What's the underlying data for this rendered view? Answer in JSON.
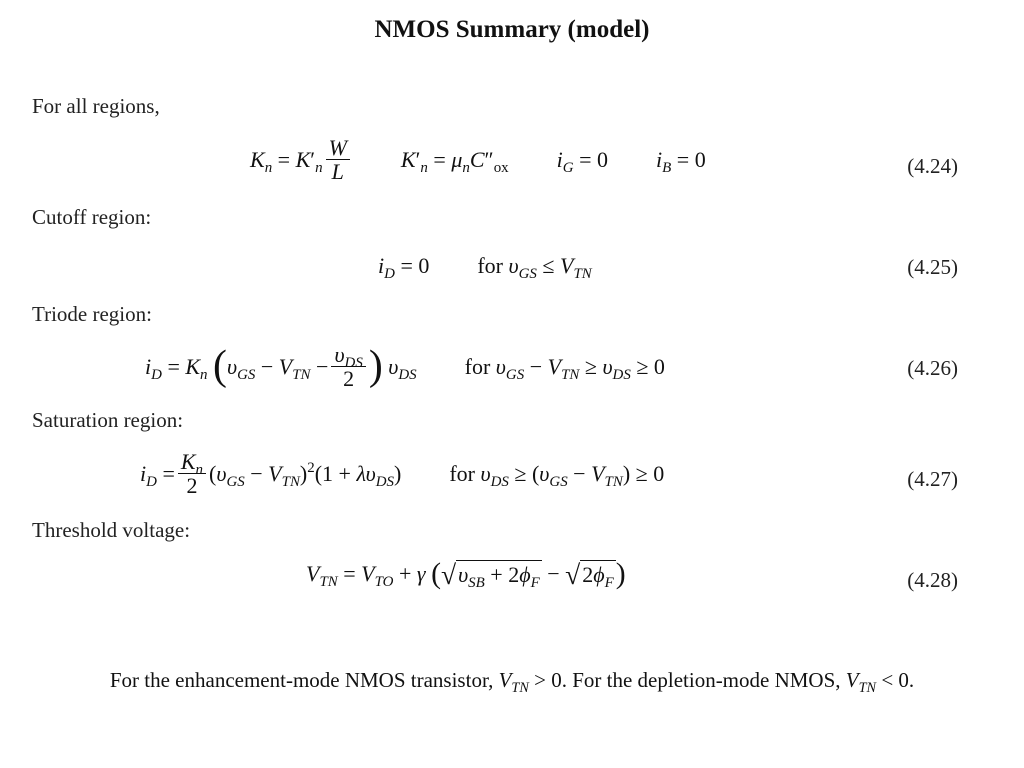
{
  "title": "NMOS Summary (model)",
  "sections": {
    "all": "For all regions,",
    "cutoff": "Cutoff region:",
    "triode": "Triode region:",
    "saturation": "Saturation region:",
    "threshold": "Threshold voltage:"
  },
  "eq_numbers": {
    "e24": "(4.24)",
    "e25": "(4.25)",
    "e26": "(4.26)",
    "e27": "(4.27)",
    "e28": "(4.28)"
  },
  "conditions": {
    "for": "for"
  },
  "footer": {
    "part1": "For the enhancement-mode NMOS transistor, ",
    "v1": "V",
    "sub1": "TN",
    "part2": " > 0. For the depletion-mode NMOS, ",
    "v2": "V",
    "sub2": "TN",
    "part3": " < 0."
  }
}
